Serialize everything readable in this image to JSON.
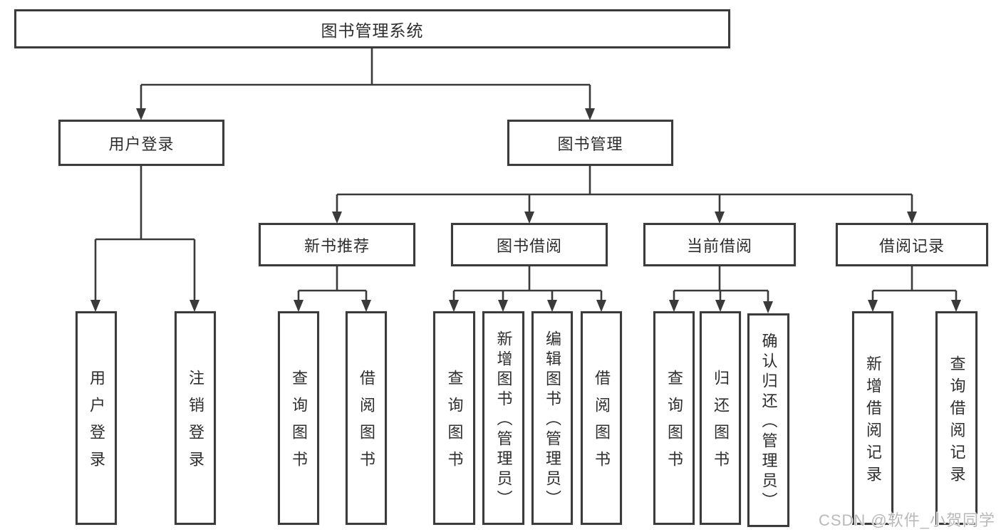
{
  "diagram": {
    "root": {
      "label": "图书管理系统"
    },
    "level2": {
      "user_login": {
        "label": "用户登录"
      },
      "book_management": {
        "label": "图书管理"
      }
    },
    "level3": {
      "new_book_recommend": {
        "label": "新书推荐"
      },
      "book_borrow": {
        "label": "图书借阅"
      },
      "current_borrow": {
        "label": "当前借阅"
      },
      "borrow_records": {
        "label": "借阅记录"
      }
    },
    "leaves": {
      "user_login": [
        "用户登录",
        "注销登录"
      ],
      "new_book_recommend": [
        "查询图书",
        "借阅图书"
      ],
      "book_borrow": [
        "查询图书",
        "新增图书（管理员）",
        "编辑图书（管理员）",
        "借阅图书"
      ],
      "current_borrow": [
        "查询图书",
        "归还图书",
        "确认归还（管理员）"
      ],
      "borrow_records": [
        "新增借阅记录",
        "查询借阅记录"
      ]
    }
  },
  "watermark": "CSDN @软件_小贺同学",
  "colors": {
    "line": "#3a3a3a",
    "border": "#3b3b3b",
    "text": "#2e2e2e",
    "watermark": "#b9b9b9",
    "background": "#ffffff"
  }
}
